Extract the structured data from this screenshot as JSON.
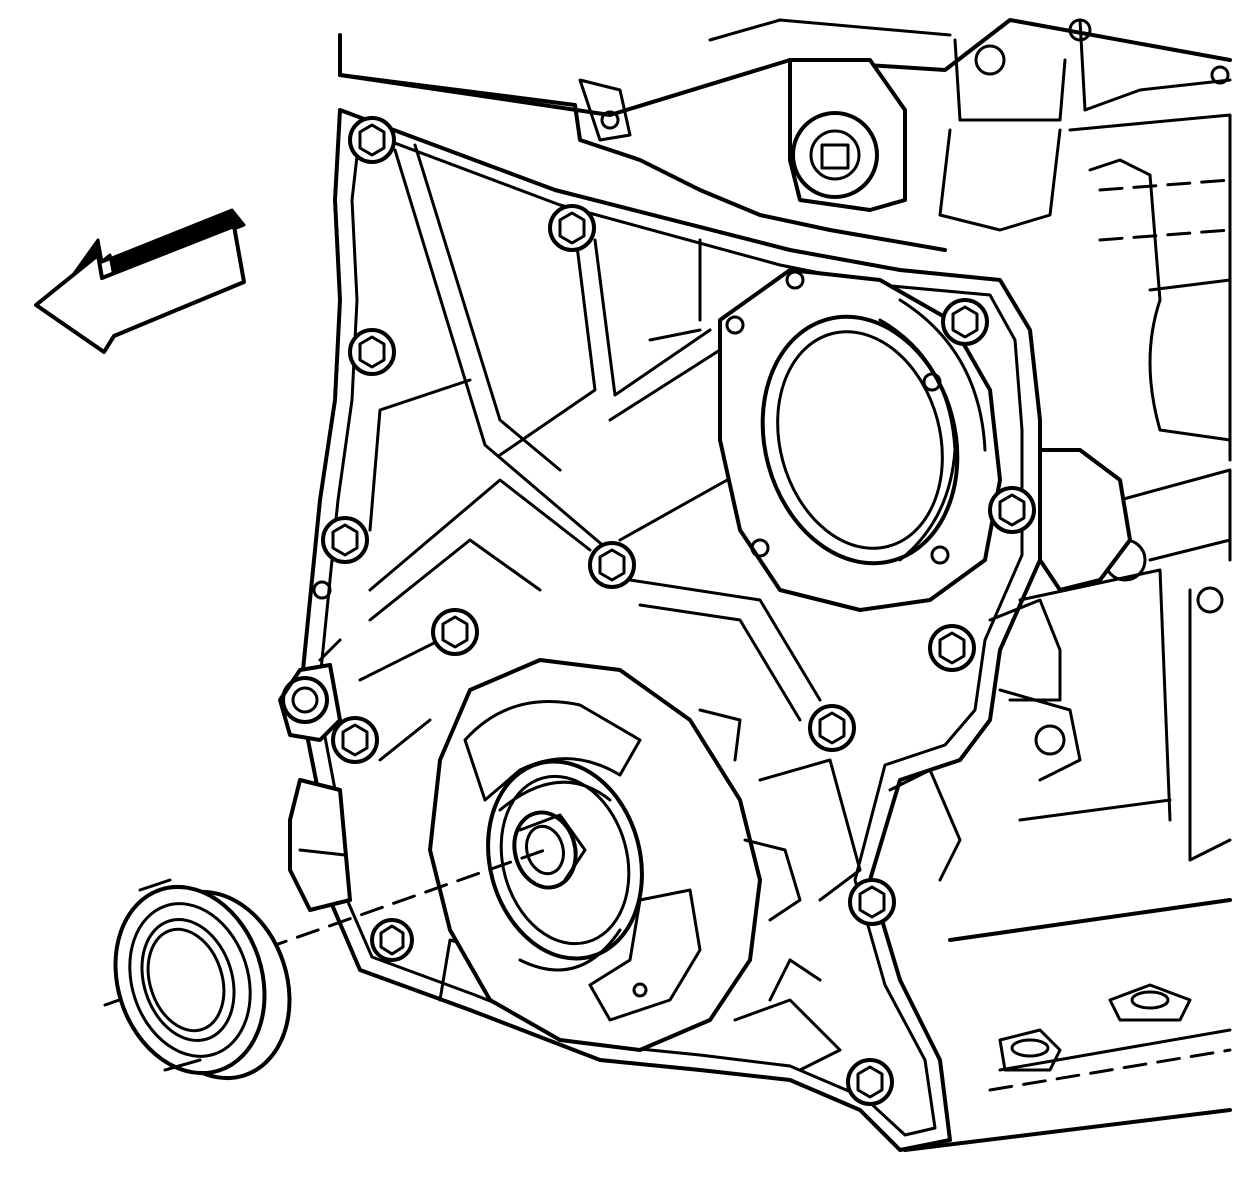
{
  "figure": {
    "type": "technical line drawing",
    "colors": {
      "stroke": "#000000",
      "background": "#ffffff"
    },
    "components": [
      {
        "name": "direction-arrow",
        "shape": "3d block arrow pointing left"
      },
      {
        "name": "engine-front-cover",
        "shape": "front cover with ribbed webbing"
      },
      {
        "name": "crankshaft-front-oil-seal",
        "shape": "ring seal"
      },
      {
        "name": "crankshaft-nose",
        "shape": "shaft snout"
      },
      {
        "name": "cover-bolt",
        "count": 14
      },
      {
        "name": "installation-centerline",
        "shape": "dashed alignment line"
      }
    ]
  }
}
